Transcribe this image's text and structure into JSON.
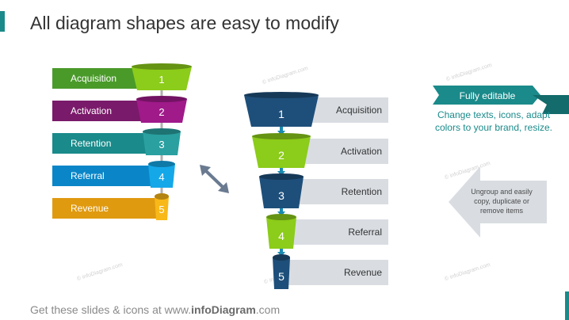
{
  "title": "All diagram shapes are easy to modify",
  "footer": {
    "prefix": "Get these slides & icons at www.",
    "brand": "infoDiagram",
    "suffix": ".com"
  },
  "watermark": "© infoDiagram.com",
  "left_funnel": {
    "stages": [
      {
        "label": "Acquisition",
        "number": "1",
        "bar_color": "#4a9a2a",
        "shape_color": "#8ccc1a"
      },
      {
        "label": "Activation",
        "number": "2",
        "bar_color": "#7a1a6a",
        "shape_color": "#a01a8a"
      },
      {
        "label": "Retention",
        "number": "3",
        "bar_color": "#1a8a8a",
        "shape_color": "#2aa0a0"
      },
      {
        "label": "Referral",
        "number": "4",
        "bar_color": "#0a86c8",
        "shape_color": "#15a8e8"
      },
      {
        "label": "Revenue",
        "number": "5",
        "bar_color": "#e09a10",
        "shape_color": "#f8b818"
      }
    ],
    "connector_color": "#b0b0b0"
  },
  "right_funnel": {
    "stages": [
      {
        "label": "Acquisition",
        "number": "1",
        "shape_color": "#1e4f7a"
      },
      {
        "label": "Activation",
        "number": "2",
        "shape_color": "#8ccc1a"
      },
      {
        "label": "Retention",
        "number": "3",
        "shape_color": "#1e4f7a"
      },
      {
        "label": "Referral",
        "number": "4",
        "shape_color": "#8ccc1a"
      },
      {
        "label": "Revenue",
        "number": "5",
        "shape_color": "#1e4f7a"
      }
    ],
    "bar_color": "#d9dde2",
    "connector_color": "#1a8ab0"
  },
  "callout": {
    "heading": "Fully editable",
    "text": "Change texts, icons, adapt colors to your brand, resize.",
    "color": "#1a8a8a"
  },
  "arrow_note": {
    "text": "Ungroup and easily copy, duplicate or remove items",
    "color": "#d9dde2"
  },
  "resize_icon_color": "#6a7a90"
}
